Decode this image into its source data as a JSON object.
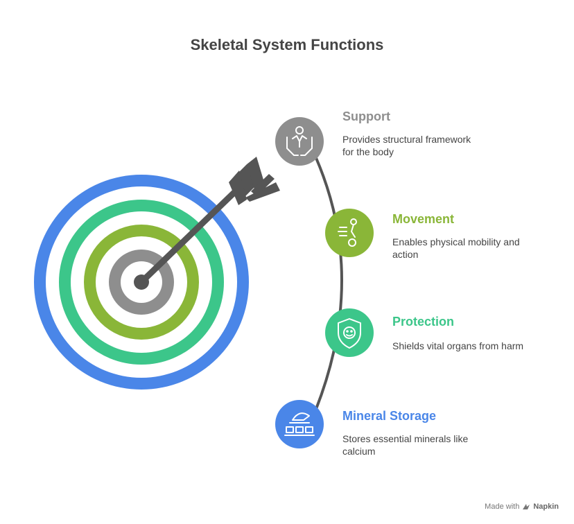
{
  "title": "Skeletal System Functions",
  "items": [
    {
      "title": "Support",
      "desc_line1": "Provides structural framework",
      "desc_line2": "for the body",
      "color": "#8e8e8e",
      "icon": "caring-hands-person-icon"
    },
    {
      "title": "Movement",
      "desc_line1": "Enables physical mobility and",
      "desc_line2": "action",
      "color": "#8ab638",
      "icon": "moving-joint-icon"
    },
    {
      "title": "Protection",
      "desc_line1": "Shields vital organs from harm",
      "desc_line2": "",
      "color": "#3cc68a",
      "icon": "shield-face-icon"
    },
    {
      "title": "Mineral Storage",
      "desc_line1": "Stores essential minerals like",
      "desc_line2": "calcium",
      "color": "#4a86e8",
      "icon": "storage-deposit-icon"
    }
  ],
  "footer": {
    "made_with": "Made with",
    "brand": "Napkin"
  }
}
